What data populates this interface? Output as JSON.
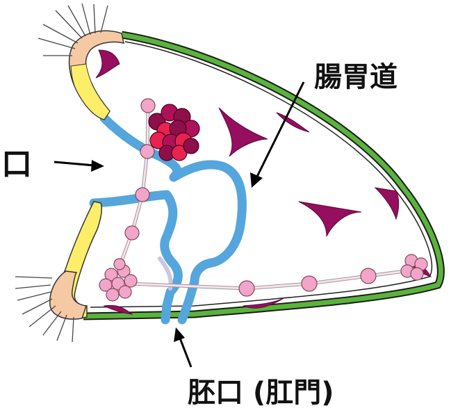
{
  "diagram": {
    "labels": {
      "gut": "腸胃道",
      "mouth": "口",
      "blastopore": "胚口 (肛門)"
    },
    "colors": {
      "body_wall": "#5ab33c",
      "gut": "#55a6dc",
      "tentacle_band": "#f6c9a5",
      "yellow_band": "#fdee6a",
      "mesoderm": "#960e5e",
      "gonad": "#c8125f",
      "nerve_nodes": "#f2a5c9",
      "arrows": "#000000"
    }
  }
}
